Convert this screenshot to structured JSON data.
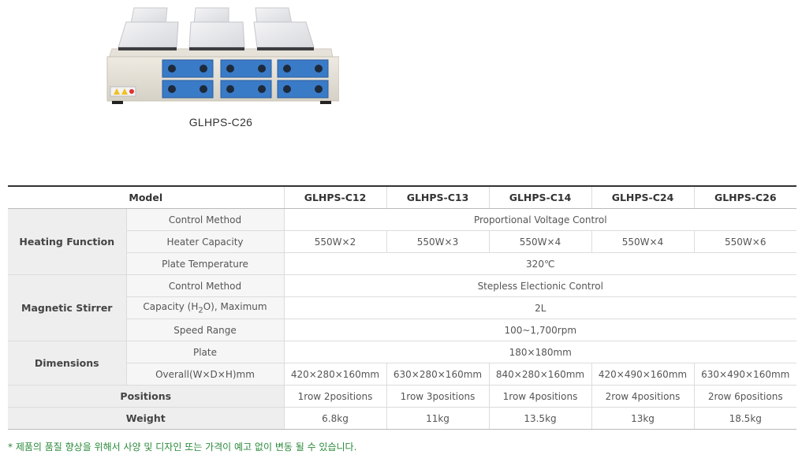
{
  "product": {
    "caption": "GLHPS-C26"
  },
  "table": {
    "header": {
      "model_label": "Model",
      "models": [
        "GLHPS-C12",
        "GLHPS-C13",
        "GLHPS-C14",
        "GLHPS-C24",
        "GLHPS-C26"
      ]
    },
    "heating": {
      "group": "Heating Function",
      "control_method": {
        "label": "Control Method",
        "value": "Proportional Voltage Control"
      },
      "heater_capacity": {
        "label": "Heater Capacity",
        "values": [
          "550W×2",
          "550W×3",
          "550W×4",
          "550W×4",
          "550W×6"
        ]
      },
      "plate_temperature": {
        "label": "Plate Temperature",
        "value": "320℃"
      }
    },
    "stirrer": {
      "group": "Magnetic Stirrer",
      "control_method": {
        "label": "Control Method",
        "value": "Stepless Electionic Control"
      },
      "capacity": {
        "label_pre": "Capacity (H",
        "label_sub": "2",
        "label_post": "O), Maximum",
        "value": "2L"
      },
      "speed_range": {
        "label": "Speed Range",
        "value": "100~1,700rpm"
      }
    },
    "dimensions": {
      "group": "Dimensions",
      "plate": {
        "label": "Plate",
        "value": "180×180mm"
      },
      "overall": {
        "label": "Overall(W×D×H)mm",
        "values": [
          "420×280×160mm",
          "630×280×160mm",
          "840×280×160mm",
          "420×490×160mm",
          "630×490×160mm"
        ]
      }
    },
    "positions": {
      "label": "Positions",
      "values": [
        "1row 2positions",
        "1row 3positions",
        "1row 4positions",
        "2row 4positions",
        "2row 6positions"
      ]
    },
    "weight": {
      "label": "Weight",
      "values": [
        "6.8kg",
        "11kg",
        "13.5kg",
        "13kg",
        "18.5kg"
      ]
    }
  },
  "note": "* 제품의 품질 향상을 위해서 사양 및 디자인 또는 가격이 예고 없이 변동 될 수 있습니다.",
  "colors": {
    "panel_blue": "#3a7bc8",
    "note_green": "#2a8a3a",
    "header_rule": "#333333"
  }
}
